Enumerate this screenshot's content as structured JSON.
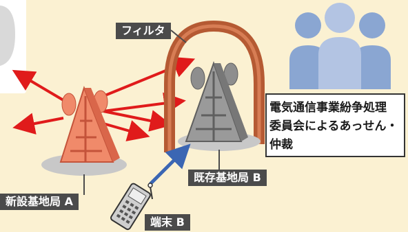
{
  "labels": {
    "filter": "フィルタ",
    "existing_station": "既存基地局 B",
    "new_station": "新設基地局 A",
    "terminal": "端末 B",
    "mediation": "電気通信事業紛争処理\n委員会によるあっせん・\n仲裁"
  },
  "colors": {
    "background": "#fbf1d2",
    "signal_arrow": "#e01b1b",
    "uplink_arrow": "#3b66b3",
    "new_tower": "#f08a6a",
    "existing_tower": "#8e8e8e",
    "filter_arch": "#b55a33",
    "label_bg": "#4b4b4b",
    "people": "#8aa6d2"
  },
  "icons": {
    "people": "committee-people-icon",
    "phone": "mobile-phone-icon"
  }
}
